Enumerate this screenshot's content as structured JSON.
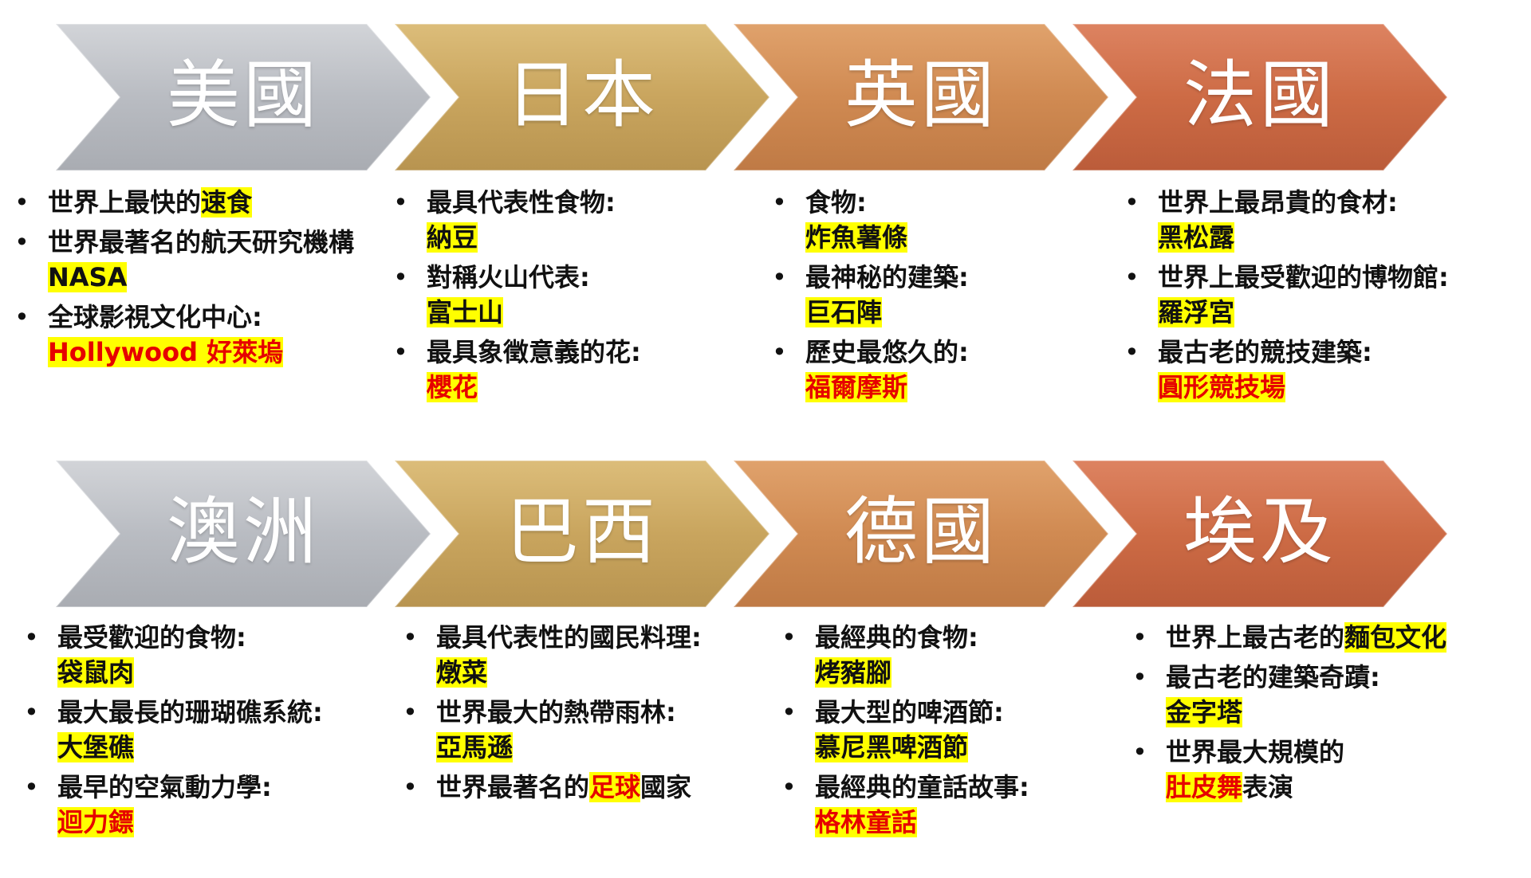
{
  "colors": {
    "gray": "#b9bcc2",
    "gold": "#c9a55e",
    "orange": "#d08a52",
    "red_orange": "#cd6b45",
    "highlight": "#ffff00",
    "red_text": "#e60000"
  },
  "rows": [
    {
      "countries": [
        {
          "name": "美國",
          "color_key": "gray",
          "items": [
            {
              "parts": [
                {
                  "t": "世界上最快的"
                },
                {
                  "t": "速食",
                  "hl": "y"
                }
              ]
            },
            {
              "parts": [
                {
                  "t": "世界最著名的航天研究機構"
                }
              ],
              "sub": [
                {
                  "t": "NASA",
                  "hl": "y"
                }
              ]
            },
            {
              "parts": [
                {
                  "t": "全球影視文化中心:"
                }
              ],
              "sub": [
                {
                  "t": "Hollywood 好萊塢",
                  "hl": "r"
                }
              ]
            }
          ]
        },
        {
          "name": "日本",
          "color_key": "gold",
          "items": [
            {
              "parts": [
                {
                  "t": "最具代表性食物:"
                }
              ],
              "sub": [
                {
                  "t": "納豆",
                  "hl": "y"
                }
              ]
            },
            {
              "parts": [
                {
                  "t": "對稱火山代表:"
                }
              ],
              "sub": [
                {
                  "t": "富士山",
                  "hl": "y"
                }
              ]
            },
            {
              "parts": [
                {
                  "t": "最具象徵意義的花:"
                }
              ],
              "sub": [
                {
                  "t": "櫻花",
                  "hl": "r"
                }
              ]
            }
          ]
        },
        {
          "name": "英國",
          "color_key": "orange",
          "items": [
            {
              "parts": [
                {
                  "t": "食物:"
                }
              ],
              "sub": [
                {
                  "t": "炸魚薯條",
                  "hl": "y"
                }
              ]
            },
            {
              "parts": [
                {
                  "t": "最神秘的建築:"
                }
              ],
              "sub": [
                {
                  "t": "巨石陣",
                  "hl": "y"
                }
              ]
            },
            {
              "parts": [
                {
                  "t": "歷史最悠久的:"
                }
              ],
              "sub": [
                {
                  "t": "福爾摩斯",
                  "hl": "r"
                }
              ]
            }
          ]
        },
        {
          "name": "法國",
          "color_key": "red_orange",
          "items": [
            {
              "parts": [
                {
                  "t": "世界上最昂貴的食材:"
                }
              ],
              "sub": [
                {
                  "t": "黑松露",
                  "hl": "y"
                }
              ]
            },
            {
              "parts": [
                {
                  "t": "世界上最受歡迎的博物館:"
                }
              ],
              "sub": [
                {
                  "t": "羅浮宮",
                  "hl": "y"
                }
              ]
            },
            {
              "parts": [
                {
                  "t": "最古老的競技建築:"
                }
              ],
              "sub": [
                {
                  "t": "圓形競技場",
                  "hl": "r"
                }
              ]
            }
          ]
        }
      ]
    },
    {
      "countries": [
        {
          "name": "澳洲",
          "color_key": "gray",
          "items": [
            {
              "parts": [
                {
                  "t": "最受歡迎的食物:"
                }
              ],
              "sub": [
                {
                  "t": "袋鼠肉",
                  "hl": "y"
                }
              ]
            },
            {
              "parts": [
                {
                  "t": "最大最長的珊瑚礁系統:"
                }
              ],
              "sub": [
                {
                  "t": "大堡礁",
                  "hl": "y"
                }
              ]
            },
            {
              "parts": [
                {
                  "t": "最早的空氣動力學:"
                }
              ],
              "sub": [
                {
                  "t": "迴力鏢",
                  "hl": "r"
                }
              ]
            }
          ]
        },
        {
          "name": "巴西",
          "color_key": "gold",
          "items": [
            {
              "parts": [
                {
                  "t": "最具代表性的國民料理:"
                }
              ],
              "sub": [
                {
                  "t": "燉菜",
                  "hl": "y"
                }
              ]
            },
            {
              "parts": [
                {
                  "t": "世界最大的熱帶雨林:"
                }
              ],
              "sub": [
                {
                  "t": "亞馬遜",
                  "hl": "y"
                }
              ]
            },
            {
              "parts": [
                {
                  "t": "世界最著名的"
                },
                {
                  "t": "足球",
                  "hl": "r"
                },
                {
                  "t": "國家"
                }
              ]
            }
          ]
        },
        {
          "name": "德國",
          "color_key": "orange",
          "items": [
            {
              "parts": [
                {
                  "t": "最經典的食物:"
                }
              ],
              "sub": [
                {
                  "t": "烤豬腳",
                  "hl": "y"
                }
              ]
            },
            {
              "parts": [
                {
                  "t": "最大型的啤酒節:"
                }
              ],
              "sub": [
                {
                  "t": "慕尼黑啤酒節",
                  "hl": "y"
                }
              ]
            },
            {
              "parts": [
                {
                  "t": "最經典的童話故事:"
                }
              ],
              "sub": [
                {
                  "t": "格林童話",
                  "hl": "r"
                }
              ]
            }
          ]
        },
        {
          "name": "埃及",
          "color_key": "red_orange",
          "items": [
            {
              "parts": [
                {
                  "t": "世界上最古老的"
                },
                {
                  "t": "麵包文化",
                  "hl": "y"
                }
              ]
            },
            {
              "parts": [
                {
                  "t": "最古老的建築奇蹟:"
                }
              ],
              "sub": [
                {
                  "t": "金字塔",
                  "hl": "y"
                }
              ]
            },
            {
              "parts": [
                {
                  "t": "世界最大規模的"
                }
              ],
              "sub": [
                {
                  "t": "肚皮舞",
                  "hl": "r"
                },
                {
                  "t": "表演"
                }
              ]
            }
          ]
        }
      ]
    }
  ]
}
